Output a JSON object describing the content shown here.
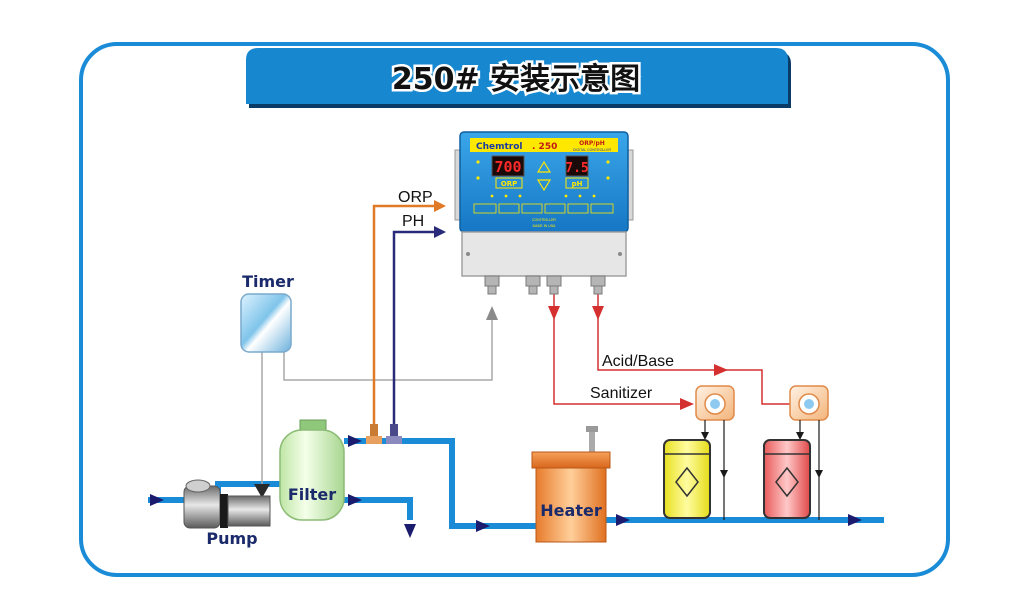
{
  "title": "250# 安装示意图",
  "controller": {
    "brand": "Chemtrol",
    "model": ". 250",
    "subtitle_1": "ORP/pH",
    "subtitle_2": "DIGITAL CONTROLLER",
    "orp_reading": "700",
    "ph_reading": "7.5",
    "orp_tag": "ORP",
    "ph_tag": "pH",
    "footer_1": "CONTROLLER",
    "footer_2": "MADE IN USA"
  },
  "labels": {
    "orp": "ORP",
    "ph": "PH",
    "timer": "Timer",
    "filter": "Filter",
    "pump": "Pump",
    "heater": "Heater",
    "acid_base": "Acid/Base",
    "sanitizer": "Sanitizer"
  },
  "colors": {
    "frame": "#1a8bd6",
    "banner": "#1787d0",
    "water_pipe": "#1a8bd6",
    "orp_line": "#e07a27",
    "ph_line": "#2a2a7a",
    "dosing_line": "#d43030",
    "timer_line": "#a8a8a8",
    "flow_arrow": "#1c1c6e",
    "controller_body": "#1f8fd8"
  }
}
